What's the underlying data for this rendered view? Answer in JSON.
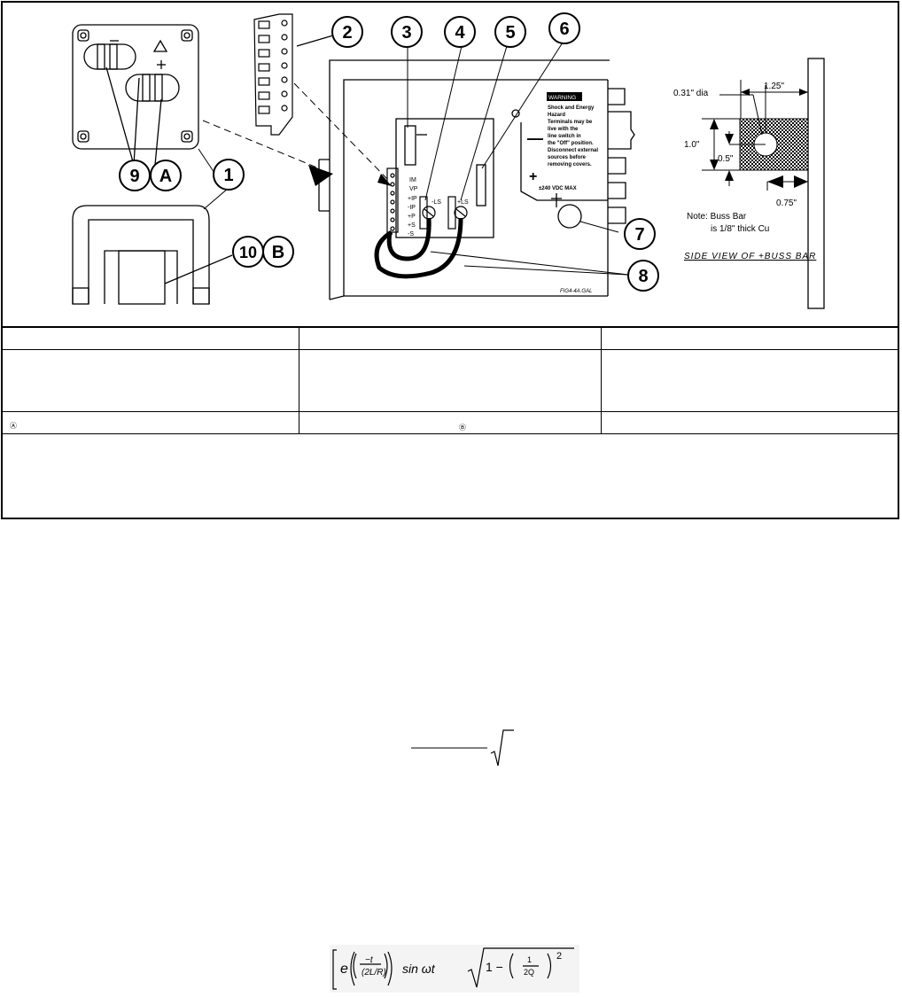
{
  "figure": {
    "callouts": [
      "1",
      "2",
      "3",
      "4",
      "5",
      "6",
      "7",
      "8",
      "9",
      "A",
      "10",
      "B"
    ],
    "terminal_labels": [
      "IM",
      "VP",
      "+IP",
      "-IP",
      "+P",
      "+S",
      "-S"
    ],
    "sense_labels": {
      "minus": "-LS",
      "plus": "+LS"
    },
    "warning": {
      "title": "WARNING",
      "lines": [
        "Shock and Energy",
        "Hazard",
        "Terminals may be",
        "live with the",
        "line switch in",
        "the \"Off\" position.",
        "Disconnect external",
        "sources before",
        "removing covers."
      ]
    },
    "polarity": {
      "minus": "—",
      "plus": "+"
    },
    "voltage_label": "±240 VDC MAX",
    "file_ref": "FIG4-4A.GAL",
    "buss_bar": {
      "dia": "0.31\" dia",
      "width": "1.25\"",
      "height": "1.0\"",
      "half_height": "0.5\"",
      "offset": "0.75\"",
      "note_line1": "Note: Buss Bar",
      "note_line2": "is 1/8\" thick Cu",
      "caption": "SIDE VIEW OF +BUSS BAR"
    }
  },
  "table": {
    "row_marks": [
      "Ⓐ",
      "Ⓑ"
    ]
  },
  "equations": {
    "eq2_text": "[ e ( -t / (2L/R) ) sin ωt √( 1 − (1/2Q)² )"
  }
}
